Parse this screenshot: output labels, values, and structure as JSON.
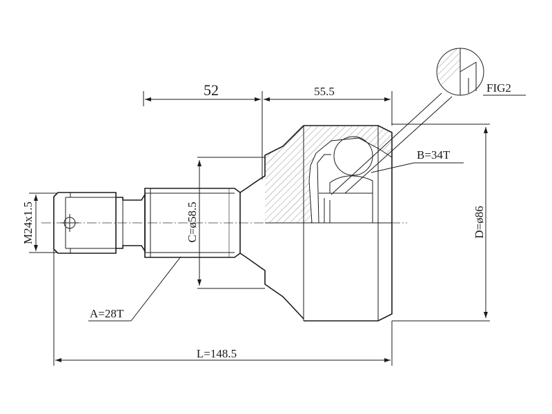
{
  "dimensions": {
    "shaft_length": "52",
    "body_length": "55.5",
    "fig_label": "FIG2",
    "outer_spline": "B=34T",
    "outer_diameter": "D=ø86",
    "thread": "M24x1.5",
    "mid_diameter": "C=ø58.5",
    "inner_spline": "A=28T",
    "total_length": "L=148.5"
  }
}
